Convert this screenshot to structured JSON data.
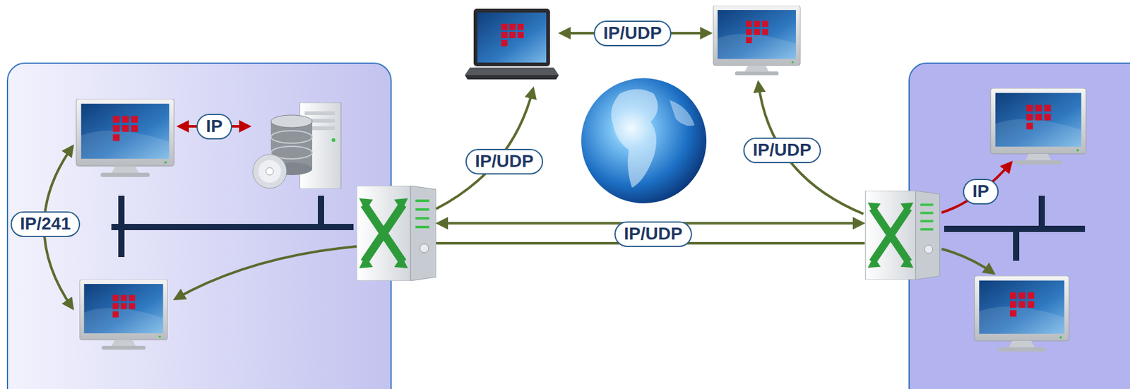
{
  "diagram": {
    "nodes": [
      {
        "text": [
          "IP/UDP"
        ]
      },
      {
        "text": [
          "IP"
        ]
      },
      {
        "text": [
          "IP/UDP"
        ]
      },
      {
        "text": [
          "IP/UDP"
        ]
      },
      {
        "text": [
          "IP"
        ]
      },
      {
        "text": [
          "IP/241"
        ]
      },
      {
        "text": [
          "IP/UDP"
        ]
      }
    ]
  }
}
